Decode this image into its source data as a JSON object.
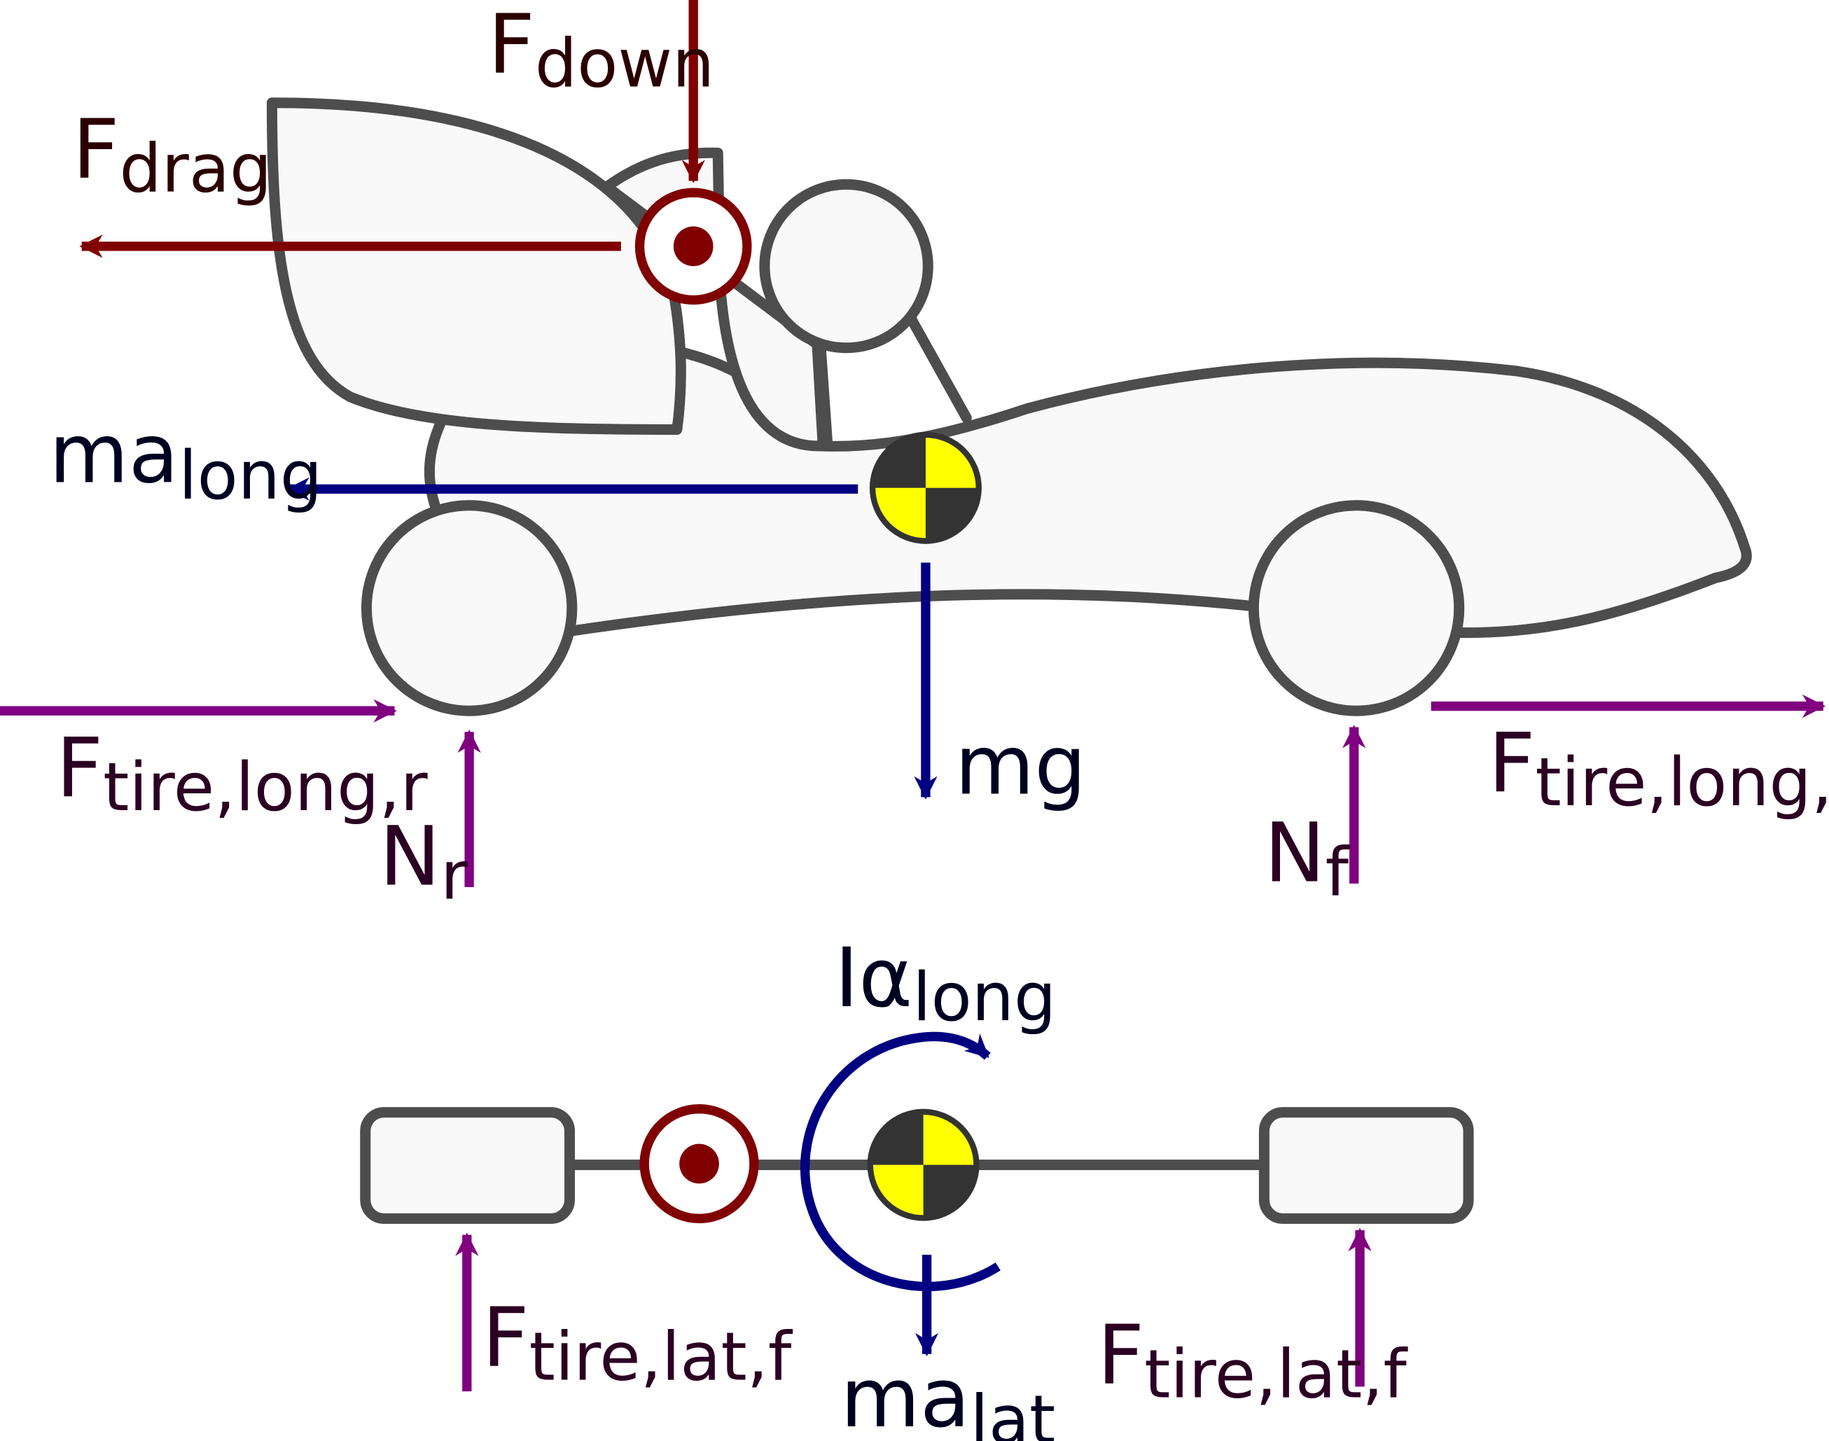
{
  "colors": {
    "aero": "#800000",
    "inertia": "#000080",
    "tire": "#800080",
    "outline": "#4d4d4d",
    "fill": "#f9f9f9",
    "cg_yellow": "#ffff00",
    "cg_dark": "#333333",
    "label_text": "#2b0000"
  },
  "side_view": {
    "f_down": {
      "main": "F",
      "sub": "down"
    },
    "f_drag": {
      "main": "F",
      "sub": "drag"
    },
    "ma_long": {
      "main": "ma",
      "sub": "long"
    },
    "mg": {
      "main": "mg",
      "sub": ""
    },
    "f_tire_long_r": {
      "main": "F",
      "sub": "tire,long,r"
    },
    "n_r": {
      "main": "N",
      "sub": "r"
    },
    "n_f": {
      "main": "N",
      "sub": "f"
    },
    "f_tire_long_f": {
      "main": "F",
      "sub": "tire,long,f"
    }
  },
  "front_view": {
    "i_alpha_long": {
      "main": "Iα",
      "sub": "long"
    },
    "f_tire_lat_left": {
      "main": "F",
      "sub": "tire,lat,f"
    },
    "ma_lat": {
      "main": "ma",
      "sub": "lat"
    },
    "f_tire_lat_right": {
      "main": "F",
      "sub": "tire,lat,f"
    }
  }
}
